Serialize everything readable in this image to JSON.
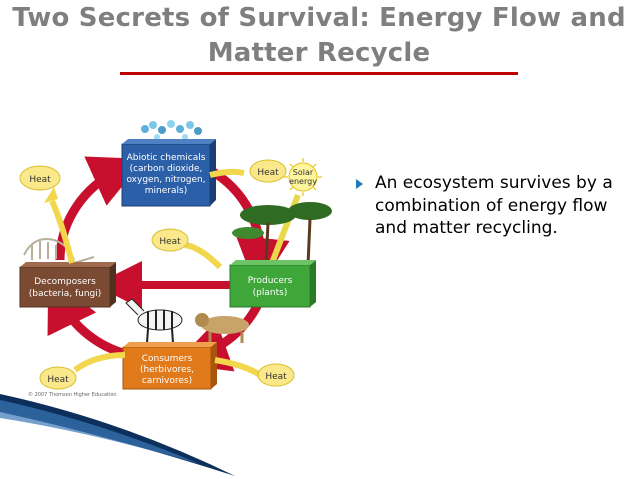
{
  "title": {
    "line1": "Two Secrets of Survival: Energy Flow and",
    "line2": "Matter Recycle"
  },
  "bullet": {
    "text": "An ecosystem survives by a combination of energy flow and matter recycling."
  },
  "diagram": {
    "abiotic": {
      "line1": "Abiotic chemicals",
      "line2": "(carbon dioxide,",
      "line3": "oxygen, nitrogen,",
      "line4": "minerals)"
    },
    "producers": {
      "line1": "Producers",
      "line2": "(plants)"
    },
    "consumers": {
      "line1": "Consumers",
      "line2": "(herbivores,",
      "line3": "carnivores)"
    },
    "decomposers": {
      "line1": "Decomposers",
      "line2": "(bacteria, fungi)"
    },
    "solar": {
      "line1": "Solar",
      "line2": "energy"
    },
    "heat_label": "Heat",
    "copyright": "© 2007 Thomson Higher Education"
  },
  "colors": {
    "title_gray": "#7f7f7f",
    "accent_red": "#c00000",
    "bullet_blue": "#1f7bb6",
    "cycle_red": "#c8102e",
    "abiotic_blue": "#2b5fa8",
    "producers_green": "#3fa63a",
    "consumers_orange": "#e07a1a",
    "decomposers_brown": "#7a4a33",
    "heat_yellow": "#f2d64b"
  }
}
